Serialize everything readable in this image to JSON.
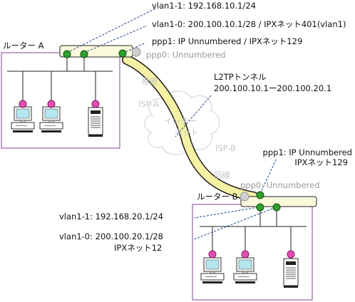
{
  "labels": {
    "vlan11_a": "vlan1-1: 192.168.10.1/24",
    "vlan10_a": "vlan1-0: 200.100.10.1/28 / IPXネット401(vlan1)",
    "ppp1_a": "ppp1: IP Unnumbered / IPXネット129",
    "ppp0_a": "ppp0: Unnumbered",
    "router_a": "ルーター A",
    "l2tp_title": "L2TPトンネル",
    "l2tp_range": "200.100.10.1ー200.100.20.1",
    "ispa": "ISP-A",
    "ispb": "ISP-B",
    "senyo_top": "専用",
    "senyo_bottom": "回線",
    "internet_1": "インター",
    "internet_2": "ネット",
    "ppp1_b_1": "ppp1: IP Unnumbered",
    "ppp1_b_2": "IPXネット129",
    "ppp0_b": "ppp0: Unnumbered",
    "router_b": "ルーター B",
    "vlan11_b": "vlan1-1: 192.168.20.1/24",
    "vlan10_b_1": "vlan1-0: 200.100.20.1/28",
    "vlan10_b_2": "IPXネット12"
  },
  "colors": {
    "lan_border": "#a56bb0",
    "router_fill": "#fbf9dc",
    "tunnel_fill": "#f4f0a4",
    "port_green": "#2ea02e",
    "port_grey": "#cfcfcf",
    "dash_blue": "#1c4a8a",
    "node_pink": "#e84db6",
    "monitor_screen": "#b5e6f0"
  },
  "icons": {
    "pc": "desktop-computer-icon",
    "server": "tower-server-icon",
    "cloud": "internet-cloud-icon"
  }
}
